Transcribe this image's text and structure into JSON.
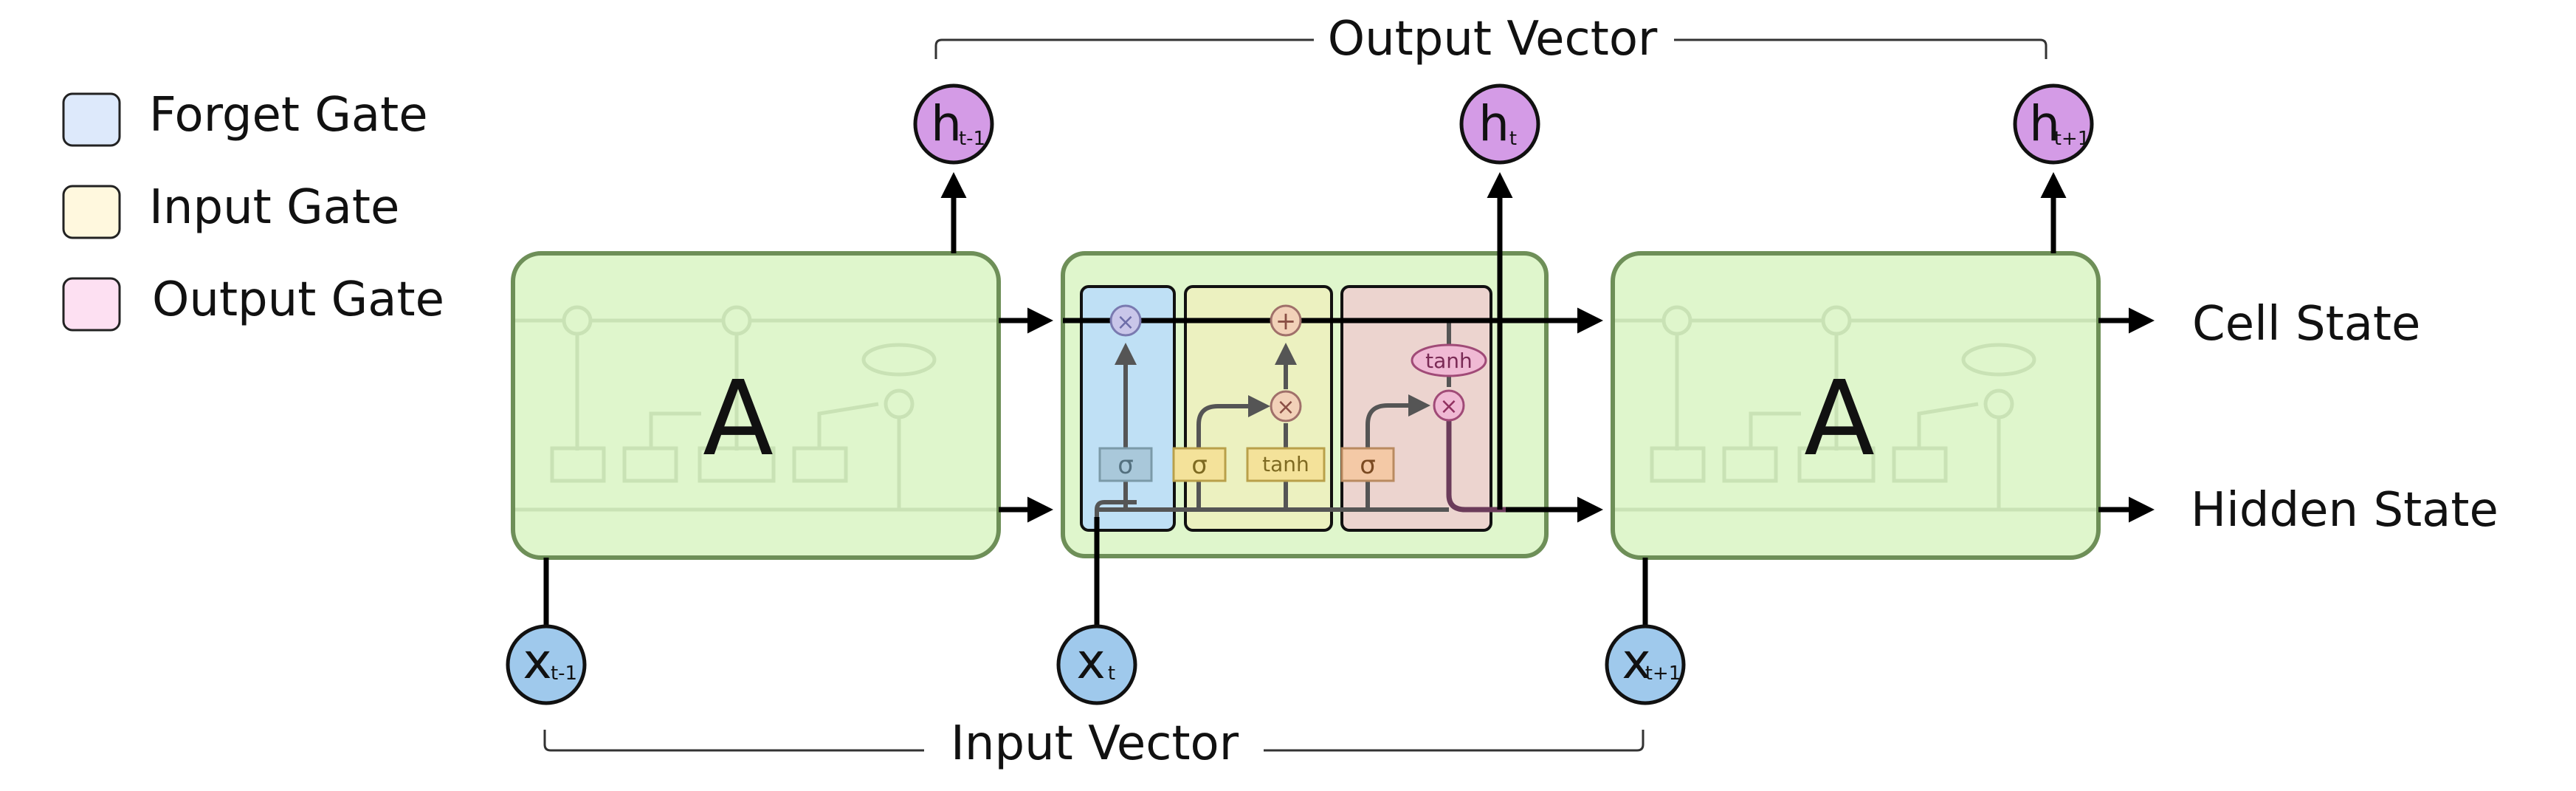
{
  "colors": {
    "cell_fill": "#dff6cc",
    "cell_stroke": "#6e8f58",
    "forget": "#bfe0f5",
    "input": "#fbf4c9",
    "output": "#f9d9ec",
    "h_node": "#d49be6",
    "x_node": "#9fc9ec",
    "line": "#000000"
  },
  "legend": [
    {
      "label": "Forget Gate",
      "color": "#dde9fb"
    },
    {
      "label": "Input Gate",
      "color": "#fff8de"
    },
    {
      "label": "Output Gate",
      "color": "#fde0f2"
    }
  ],
  "brackets": {
    "output": "Output Vector",
    "input": "Input Vector"
  },
  "cell_label": "A",
  "outputs": {
    "cell_state": "Cell State",
    "hidden_state": "Hidden State"
  },
  "h_nodes": [
    {
      "base": "h",
      "sub": "t-1"
    },
    {
      "base": "h",
      "sub": "t"
    },
    {
      "base": "h",
      "sub": "t+1"
    }
  ],
  "x_nodes": [
    {
      "base": "x",
      "sub": "t-1"
    },
    {
      "base": "x",
      "sub": "t"
    },
    {
      "base": "x",
      "sub": "t+1"
    }
  ],
  "ops": {
    "sigma": "σ",
    "tanh": "tanh",
    "times": "×",
    "plus": "+"
  }
}
